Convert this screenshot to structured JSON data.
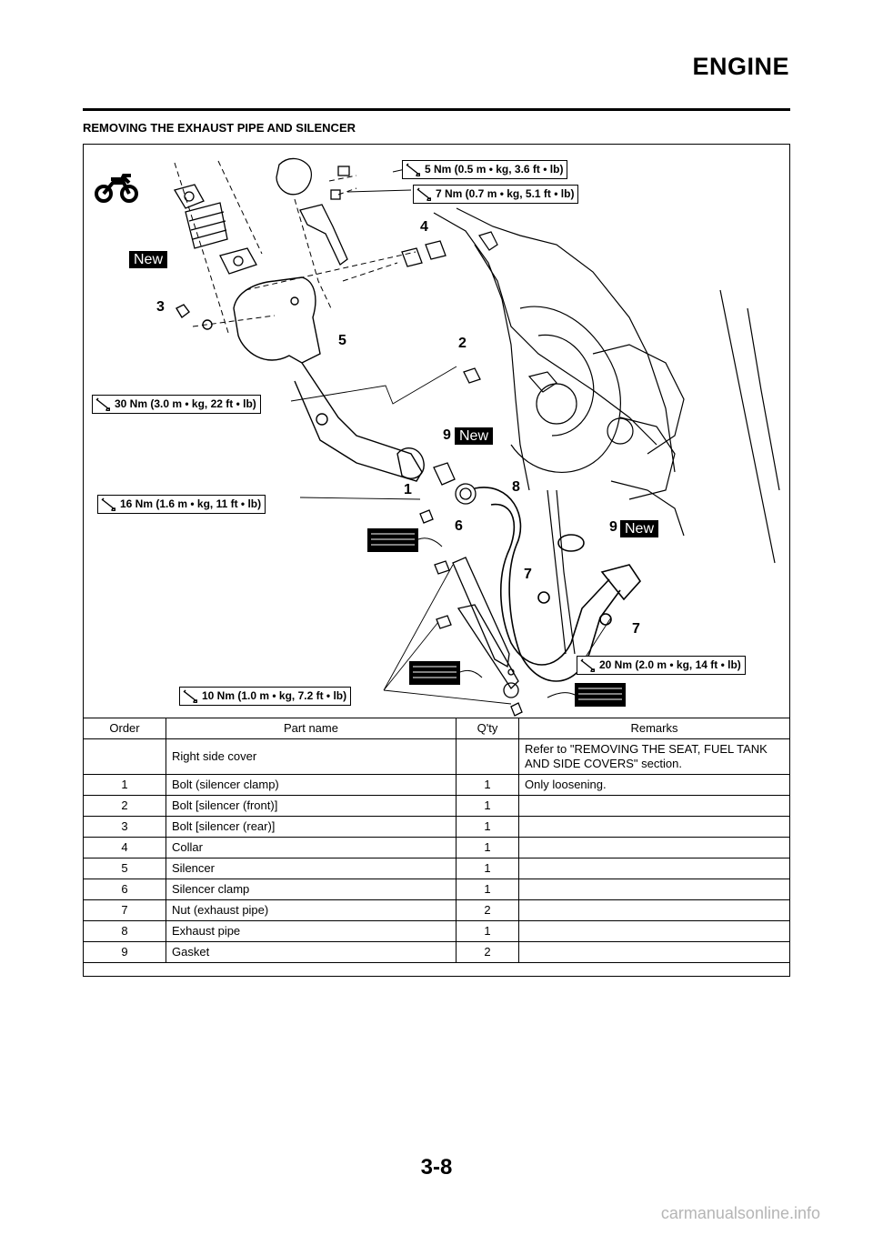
{
  "header": {
    "title": "ENGINE"
  },
  "section": {
    "title": "REMOVING THE EXHAUST PIPE AND SILENCER"
  },
  "diagram": {
    "torque_specs": [
      "5 Nm (0.5 m • kg, 3.6 ft • lb)",
      "7 Nm (0.7 m • kg, 5.1 ft • lb)",
      "30 Nm (3.0 m • kg, 22 ft • lb)",
      "16 Nm (1.6 m • kg, 11 ft • lb)",
      "20 Nm (2.0 m • kg, 14 ft • lb)",
      "10 Nm (1.0 m • kg, 7.2 ft • lb)"
    ],
    "new_label": "New",
    "callouts": [
      "1",
      "2",
      "3",
      "4",
      "5",
      "6",
      "7",
      "7",
      "8",
      "9",
      "9"
    ]
  },
  "table": {
    "headers": [
      "Order",
      "Part name",
      "Q'ty",
      "Remarks"
    ],
    "rows": [
      {
        "order": "",
        "name": "Right side cover",
        "qty": "",
        "remarks": "Refer to \"REMOVING THE SEAT, FUEL TANK AND SIDE COVERS\" section."
      },
      {
        "order": "1",
        "name": "Bolt (silencer clamp)",
        "qty": "1",
        "remarks": "Only loosening."
      },
      {
        "order": "2",
        "name": "Bolt [silencer (front)]",
        "qty": "1",
        "remarks": ""
      },
      {
        "order": "3",
        "name": "Bolt [silencer (rear)]",
        "qty": "1",
        "remarks": ""
      },
      {
        "order": "4",
        "name": "Collar",
        "qty": "1",
        "remarks": ""
      },
      {
        "order": "5",
        "name": "Silencer",
        "qty": "1",
        "remarks": ""
      },
      {
        "order": "6",
        "name": "Silencer clamp",
        "qty": "1",
        "remarks": ""
      },
      {
        "order": "7",
        "name": "Nut (exhaust pipe)",
        "qty": "2",
        "remarks": ""
      },
      {
        "order": "8",
        "name": "Exhaust pipe",
        "qty": "1",
        "remarks": ""
      },
      {
        "order": "9",
        "name": "Gasket",
        "qty": "2",
        "remarks": ""
      }
    ]
  },
  "page_number": "3-8",
  "footer": "carmanualsonline.info"
}
